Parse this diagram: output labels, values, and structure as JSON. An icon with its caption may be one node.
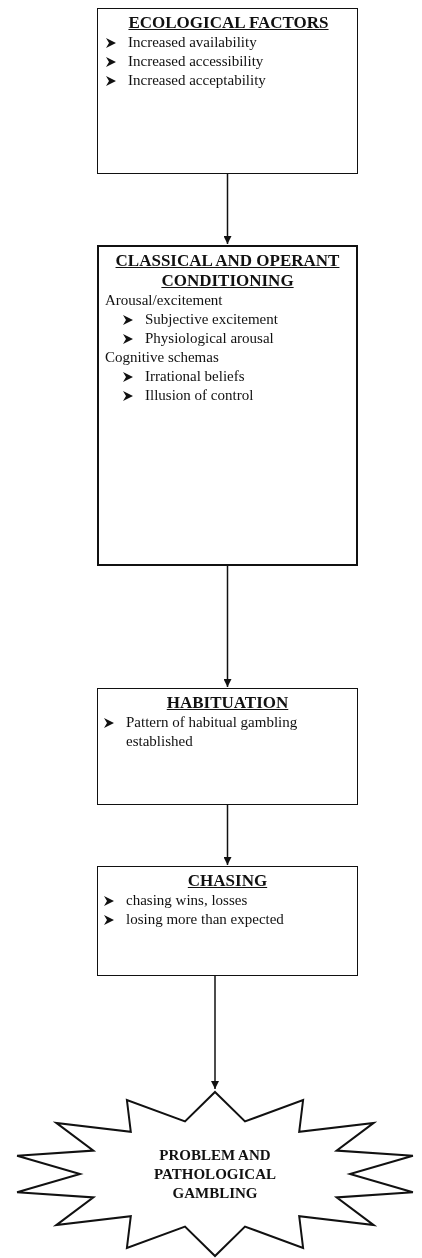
{
  "diagram": {
    "nodes": [
      {
        "text": [
          "ECOLOGICAL FACTORS",
          "Increased availability",
          "Increased accessibility",
          "Increased acceptability"
        ]
      },
      {
        "text": [
          "CLASSICAL AND OPERANT CONDITIONING",
          "Arousal/excitement",
          "Subjective excitement",
          "Physiological arousal",
          "Cognitive schemas",
          "Irrational beliefs",
          "Illusion of control"
        ]
      },
      {
        "text": [
          "HABITUATION",
          "Pattern of habitual gambling established"
        ]
      },
      {
        "text": [
          "CHASING",
          "chasing wins, losses",
          "losing more than expected"
        ]
      },
      {
        "text": [
          "PROBLEM AND PATHOLOGICAL GAMBLING"
        ]
      }
    ],
    "edges": [
      {
        "from": 0,
        "to": 1,
        "arrow": "to"
      },
      {
        "from": 1,
        "to": 2,
        "arrow": "to"
      },
      {
        "from": 2,
        "to": 3,
        "arrow": "to"
      },
      {
        "from": 3,
        "to": 4,
        "arrow": "to"
      }
    ]
  }
}
